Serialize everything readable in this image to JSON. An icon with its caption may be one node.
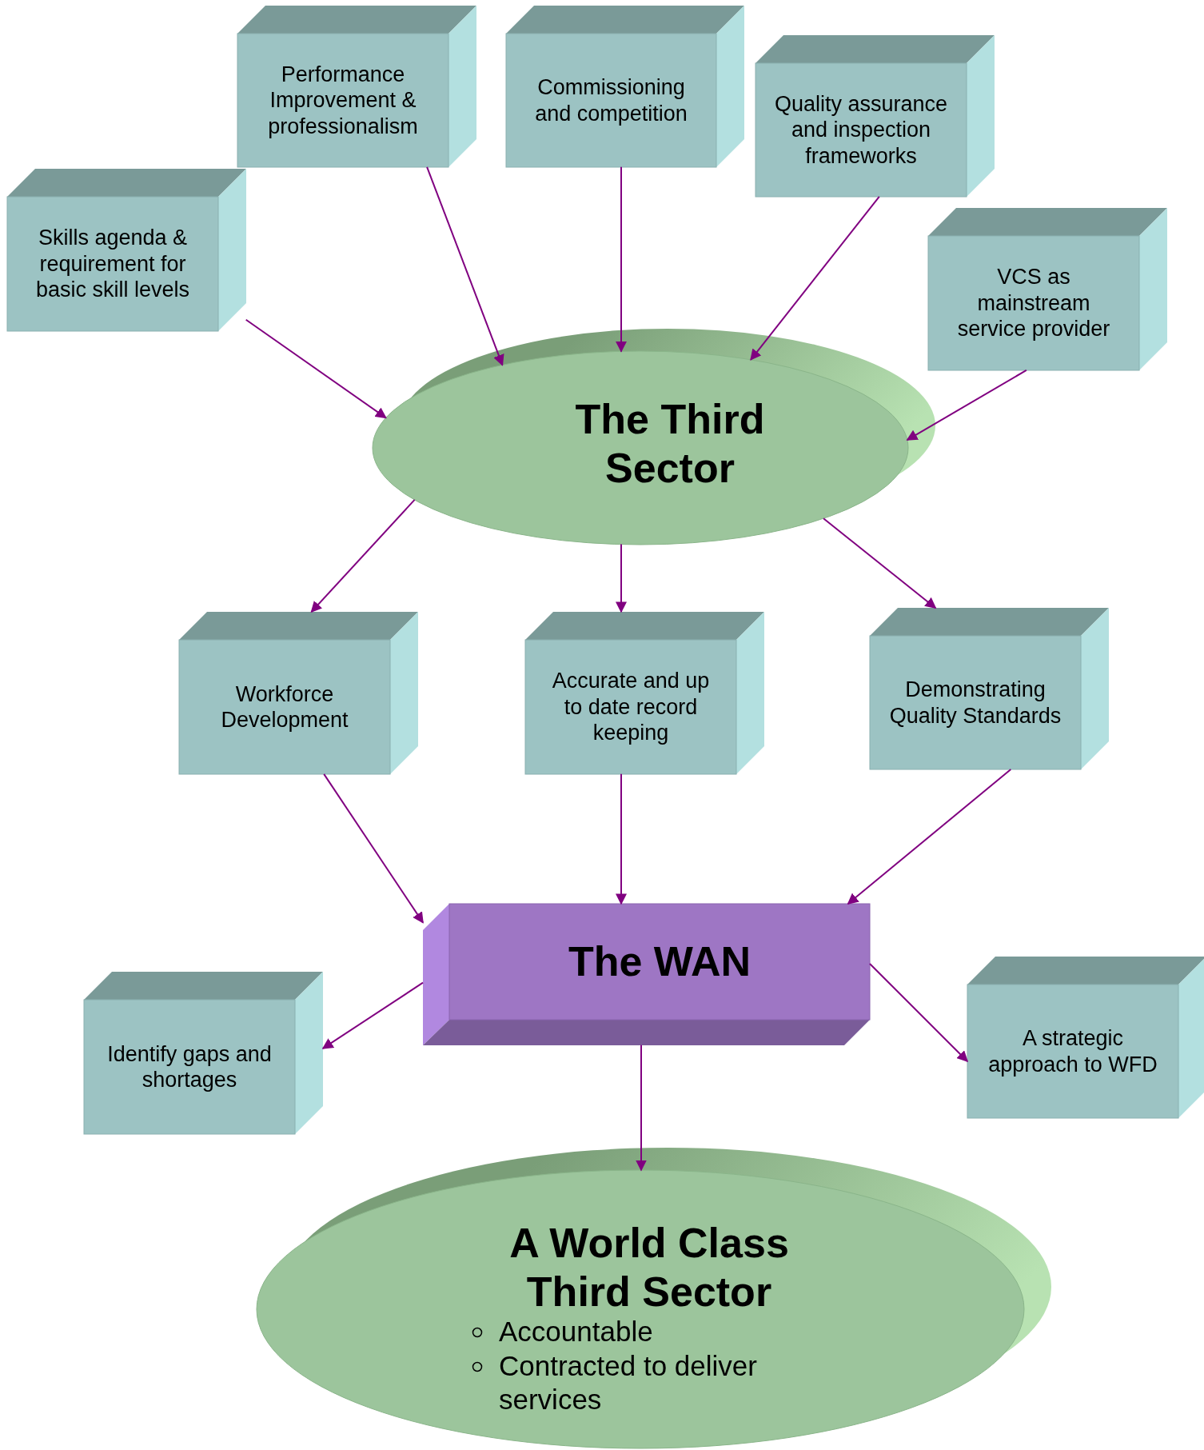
{
  "diagram": {
    "nodes": [
      {
        "text": [
          "Performance Improvement & professionalism"
        ]
      },
      {
        "text": [
          "Commissioning and competition"
        ]
      },
      {
        "text": [
          "Quality assurance and inspection frameworks"
        ]
      },
      {
        "text": [
          "Skills agenda & requirement for basic skill levels"
        ]
      },
      {
        "text": [
          "VCS as mainstream service provider"
        ]
      },
      {
        "text": [
          "The Third Sector"
        ]
      },
      {
        "text": [
          "Workforce Development"
        ]
      },
      {
        "text": [
          "Accurate and up to date record keeping"
        ]
      },
      {
        "text": [
          "Demonstrating Quality Standards"
        ]
      },
      {
        "text": [
          "The WAN"
        ]
      },
      {
        "text": [
          "Identify gaps and shortages"
        ]
      },
      {
        "text": [
          "A strategic approach to WFD"
        ]
      },
      {
        "text": [
          "A World Class Third Sector",
          "Accountable",
          "Contracted to deliver services"
        ]
      }
    ],
    "edges": [
      {
        "from": 3,
        "to": 5,
        "arrow": "to"
      },
      {
        "from": 0,
        "to": 5,
        "arrow": "to"
      },
      {
        "from": 1,
        "to": 5,
        "arrow": "to"
      },
      {
        "from": 2,
        "to": 5,
        "arrow": "to"
      },
      {
        "from": 4,
        "to": 5,
        "arrow": "to"
      },
      {
        "from": 5,
        "to": 6,
        "arrow": "to"
      },
      {
        "from": 5,
        "to": 7,
        "arrow": "to"
      },
      {
        "from": 5,
        "to": 8,
        "arrow": "to"
      },
      {
        "from": 6,
        "to": 9,
        "arrow": "to"
      },
      {
        "from": 7,
        "to": 9,
        "arrow": "to"
      },
      {
        "from": 8,
        "to": 9,
        "arrow": "to"
      },
      {
        "from": 9,
        "to": 10,
        "arrow": "to"
      },
      {
        "from": 9,
        "to": 11,
        "arrow": "to"
      },
      {
        "from": 9,
        "to": 12,
        "arrow": "to"
      }
    ]
  }
}
